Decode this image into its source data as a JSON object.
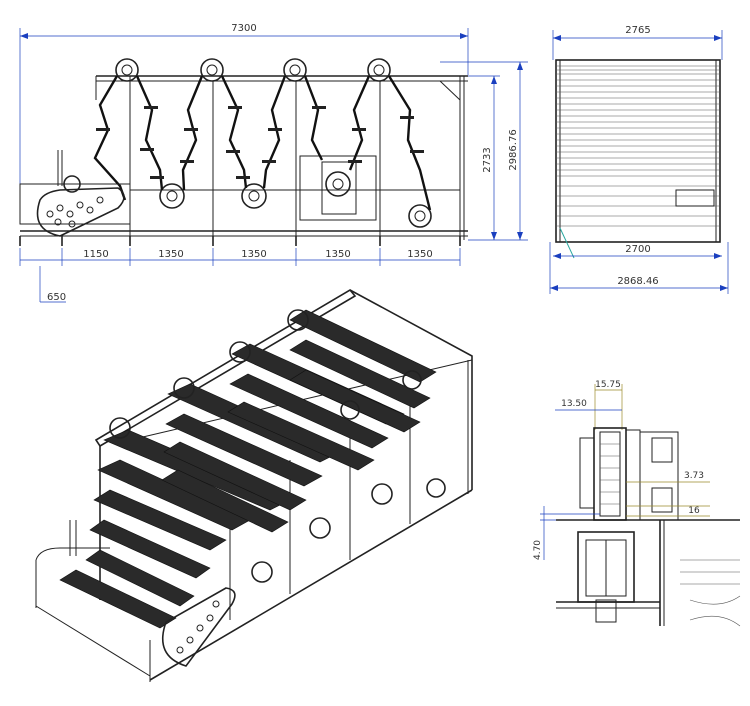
{
  "drawing": {
    "side_view": {
      "overall_length": "7300",
      "overall_height_outer": "2986.76",
      "height_inner": "2733",
      "bottom_spacing": [
        "1150",
        "1350",
        "1350",
        "1350",
        "1350"
      ],
      "offset": "650"
    },
    "front_view": {
      "top_width": "2765",
      "inner_width": "2700",
      "outer_width": "2868.46"
    },
    "detail_view": {
      "dim_a": "15.75",
      "dim_b": "13.50",
      "dim_c": "3.73",
      "dim_d": "16",
      "dim_e": "4.70"
    }
  },
  "colors": {
    "dimension_line": "#1a3fbf",
    "detail_dimension_line": "#9a8a2a",
    "drawing_line": "#222222"
  }
}
